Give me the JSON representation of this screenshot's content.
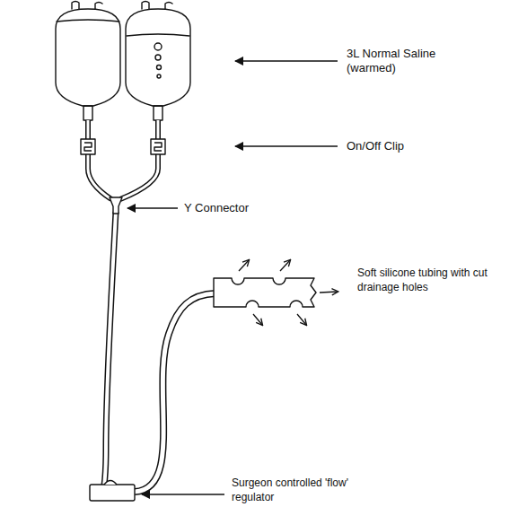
{
  "diagram": {
    "labels": [
      "3L Normal Saline (warmed)",
      "On/Off Clip",
      "Y Connector",
      "Soft silicone tubing with cut drainage holes",
      "Surgeon controlled 'flow' regulator"
    ]
  }
}
